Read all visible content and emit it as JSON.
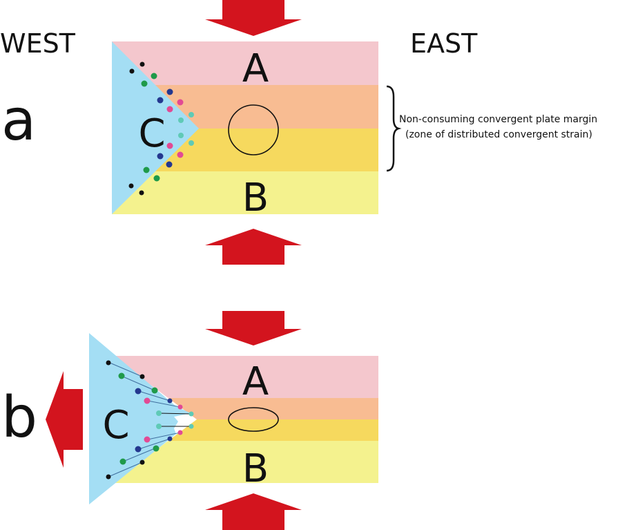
{
  "labels": {
    "west": "WEST",
    "east": "EAST",
    "panel_a": "a",
    "panel_b": "b",
    "plate_a": "A",
    "plate_b": "B",
    "plate_c": "C",
    "annotation_line1": "Non-consuming convergent plate margin",
    "annotation_line2": "(zone of distributed convergent strain)"
  },
  "colors": {
    "plate_a_band": "#f4c7cd",
    "orange_band": "#f8bc92",
    "gold_band": "#f6d95e",
    "plate_b_band": "#f4f28e",
    "wedge_c": "#a4def4",
    "arrow": "#d3141e",
    "dot_black": "#111111",
    "dot_green": "#1f9a4a",
    "dot_navy": "#24388f",
    "dot_pink": "#e24a94",
    "dot_teal": "#5fcab6"
  },
  "icons": {
    "compression_arrow": "red-block-arrow",
    "strain_marker": "circle-outline",
    "strain_ellipse": "ellipse-outline",
    "brace": "right-curly-brace"
  }
}
